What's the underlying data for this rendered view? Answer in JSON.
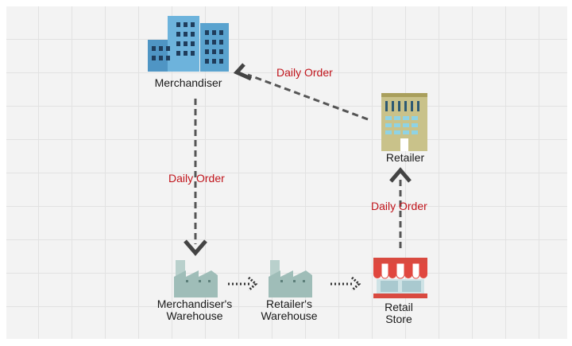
{
  "nodes": {
    "merchandiser": {
      "label": "Merchandiser",
      "icon": "office-building-icon"
    },
    "retailer": {
      "label": "Retailer",
      "icon": "retail-building-icon"
    },
    "merch_warehouse": {
      "label_line1": "Merchandiser's",
      "label_line2": "Warehouse",
      "icon": "factory-icon"
    },
    "retail_warehouse": {
      "label_line1": "Retailer's",
      "label_line2": "Warehouse",
      "icon": "factory-icon"
    },
    "retail_store": {
      "label_line1": "Retail",
      "label_line2": "Store",
      "icon": "storefront-icon"
    }
  },
  "edges": {
    "retailer_to_merchandiser": {
      "label": "Daily Order"
    },
    "merchandiser_to_warehouse": {
      "label": "Daily Order"
    },
    "store_to_retailer": {
      "label": "Daily Order"
    }
  },
  "colors": {
    "edge_label": "#c0141b",
    "arrow": "#555555",
    "building_blue": "#5aa3cf",
    "factory": "#9fbdb8",
    "awning_red": "#e0473f"
  }
}
